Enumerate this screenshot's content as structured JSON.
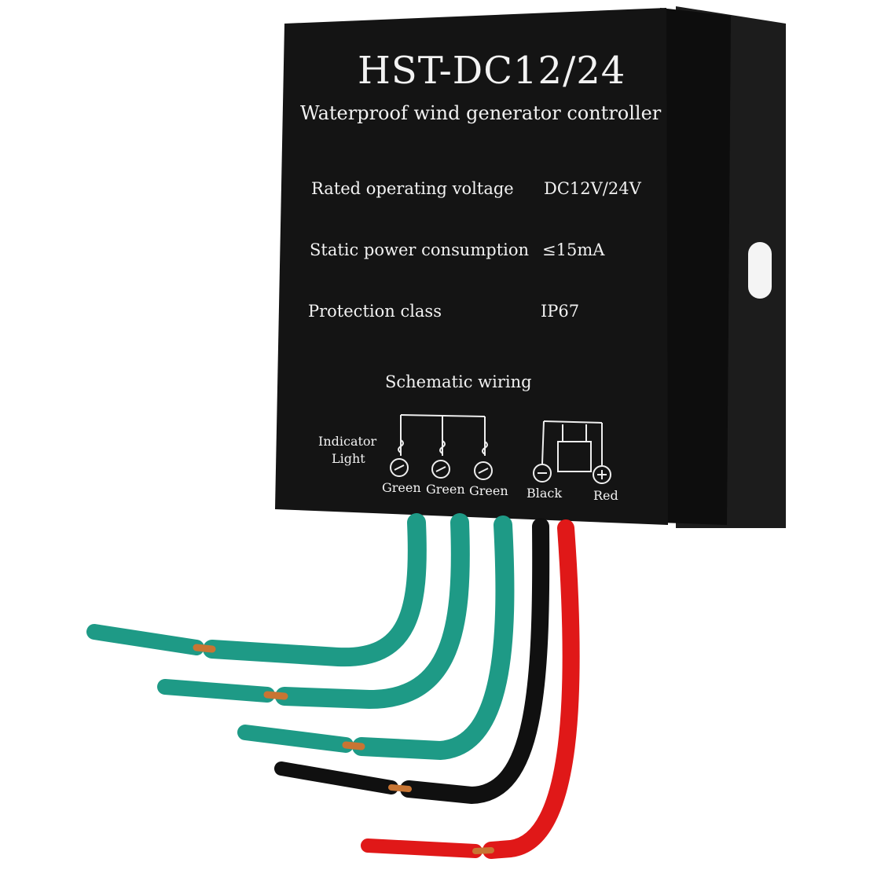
{
  "product": {
    "model": "HST-DC12/24",
    "subtitle": "Waterproof wind generator controller",
    "specs": [
      {
        "label": "Rated operating voltage",
        "value": "DC12V/24V"
      },
      {
        "label": "Static power consumption",
        "value": "≤15mA"
      },
      {
        "label": "Protection class",
        "value": "IP67"
      }
    ],
    "schematic_title": "Schematic wiring",
    "indicator_label_line1": "Indicator",
    "indicator_label_line2": "Light",
    "wire_labels": [
      "Green",
      "Green",
      "Green",
      "Black",
      "Red"
    ]
  },
  "colors": {
    "housing": "#141414",
    "bracket": "#1c1c1c",
    "print": "#f2f2f2",
    "wire_green": "#1e9a86",
    "wire_black": "#101010",
    "wire_red": "#e01818",
    "copper": "#c87533"
  }
}
